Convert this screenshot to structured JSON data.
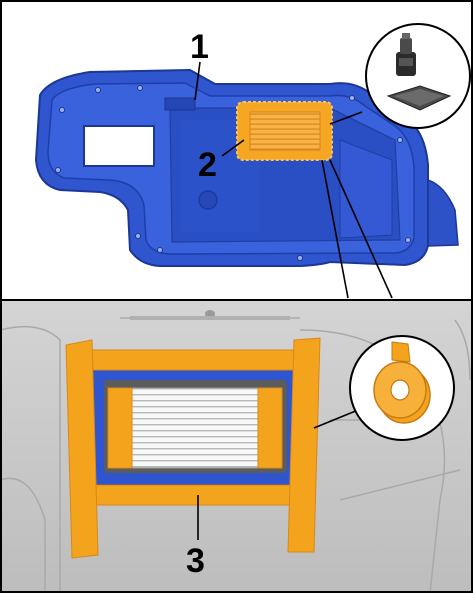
{
  "figure": {
    "callouts": [
      {
        "id": "1",
        "label": "1"
      },
      {
        "id": "2",
        "label": "2"
      },
      {
        "id": "3",
        "label": "3"
      }
    ],
    "colors": {
      "oil_pan_blue": "#3157d1",
      "oil_pan_dark": "#1d3aa0",
      "highlight_orange": "#f5a623",
      "tape_orange": "#f4a41c",
      "panel_grey": "#cfcfcf",
      "outline": "#000000"
    },
    "icons": [
      "sealant-bottle-icon",
      "cloth-pad-icon",
      "tape-roll-icon"
    ]
  }
}
